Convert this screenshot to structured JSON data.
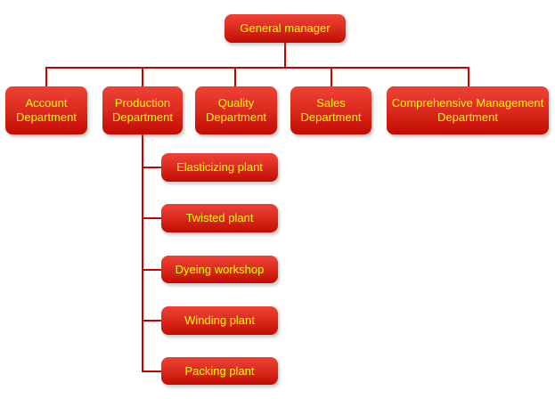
{
  "org": {
    "root": {
      "label": "General manager"
    },
    "departments": [
      {
        "label": "Account Department"
      },
      {
        "label": "Production Department"
      },
      {
        "label": "Quality Department"
      },
      {
        "label": "Sales Department"
      },
      {
        "label": "Comprehensive Management Department"
      }
    ],
    "production_children": [
      {
        "label": "Elasticizing plant"
      },
      {
        "label": "Twisted plant"
      },
      {
        "label": "Dyeing workshop"
      },
      {
        "label": "Winding plant"
      },
      {
        "label": "Packing plant"
      }
    ]
  },
  "colors": {
    "line_color": "#cc0000",
    "node_text_color": "#ffff00",
    "node_gradient_top": "#ef4236",
    "node_gradient_bottom": "#c20b01",
    "page_background": "#ffffff"
  }
}
